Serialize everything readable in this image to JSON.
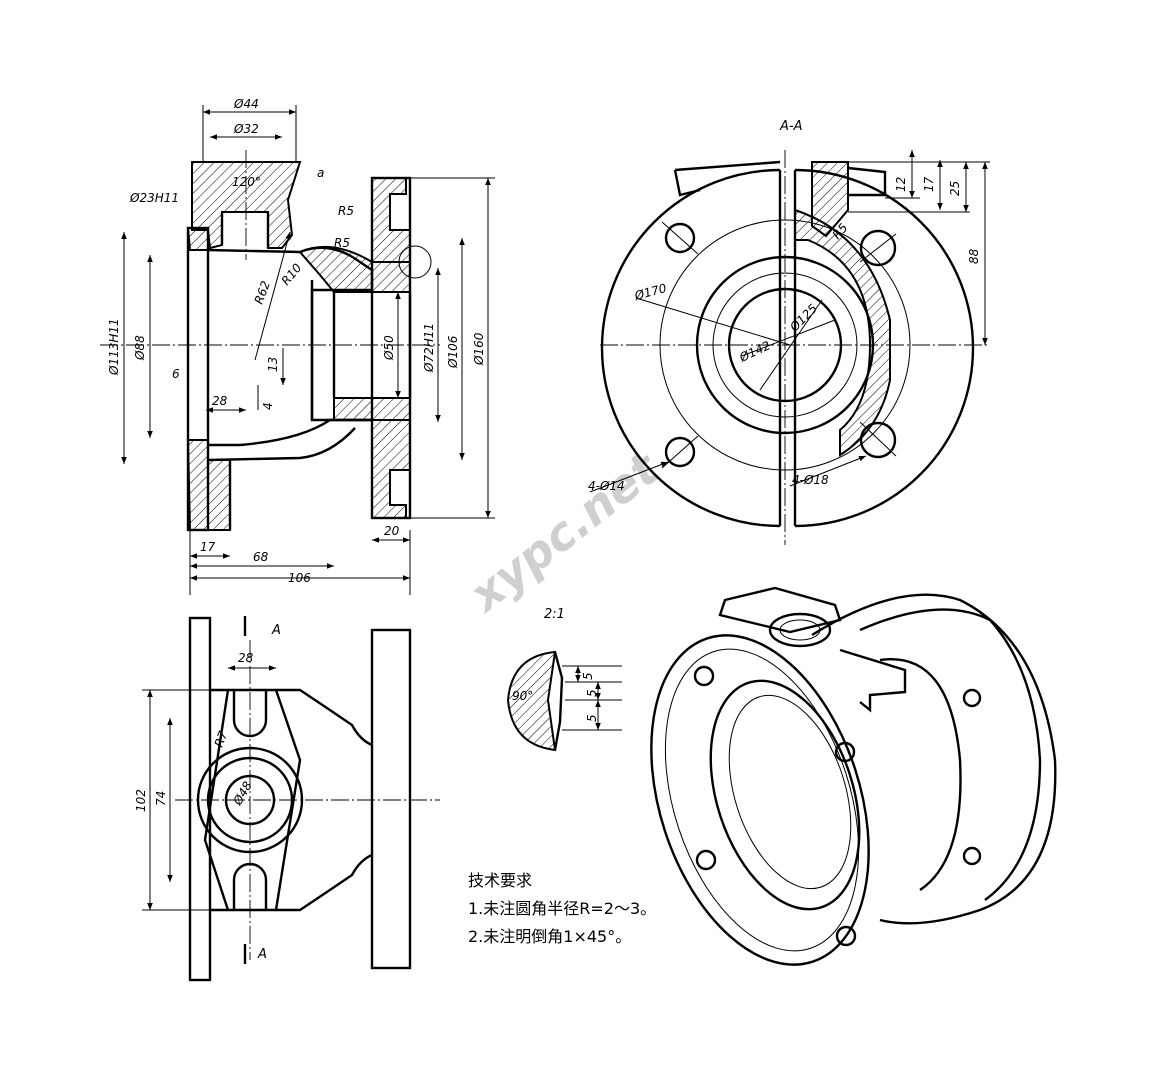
{
  "main_view": {
    "dimensions": {
      "d44": "Ø44",
      "d32": "Ø32",
      "a120": "120°",
      "d23": "Ø23H11",
      "a": "a",
      "r5a": "R5",
      "r5b": "R5",
      "r10": "R10",
      "r62": "R62",
      "d113": "Ø113H11",
      "d88": "Ø88",
      "d50": "Ø50",
      "d72": "Ø72H11",
      "d106": "Ø106",
      "d160": "Ø160",
      "n6": "6",
      "n28": "28",
      "n13": "13",
      "n4": "4",
      "n17": "17",
      "n68": "68",
      "n106": "106",
      "n20": "20"
    }
  },
  "section_view": {
    "title": "A-A",
    "dimensions": {
      "n12": "12",
      "n17": "17",
      "n25": "25",
      "n88": "88",
      "r5": "R5",
      "d170": "Ø170",
      "d142": "Ø142",
      "d125": "Ø125",
      "holes14": "4-Ø14",
      "holes18": "4-Ø18"
    }
  },
  "top_view": {
    "label_a_top": "A",
    "label_a_bottom": "A",
    "dimensions": {
      "n28": "28",
      "r7": "R7",
      "d48": "Ø48",
      "n102": "102",
      "n74": "74"
    }
  },
  "detail_view": {
    "scale": "2:1",
    "dimensions": {
      "a90": "90°",
      "n5a": "5",
      "n5b": "5",
      "n5c": "5"
    }
  },
  "tech_requirements": {
    "title": "技术要求",
    "items": [
      "1.未注圆角半径R=2～3。",
      "2.未注明倒角1×45°。"
    ]
  },
  "watermark": "xypc.net"
}
